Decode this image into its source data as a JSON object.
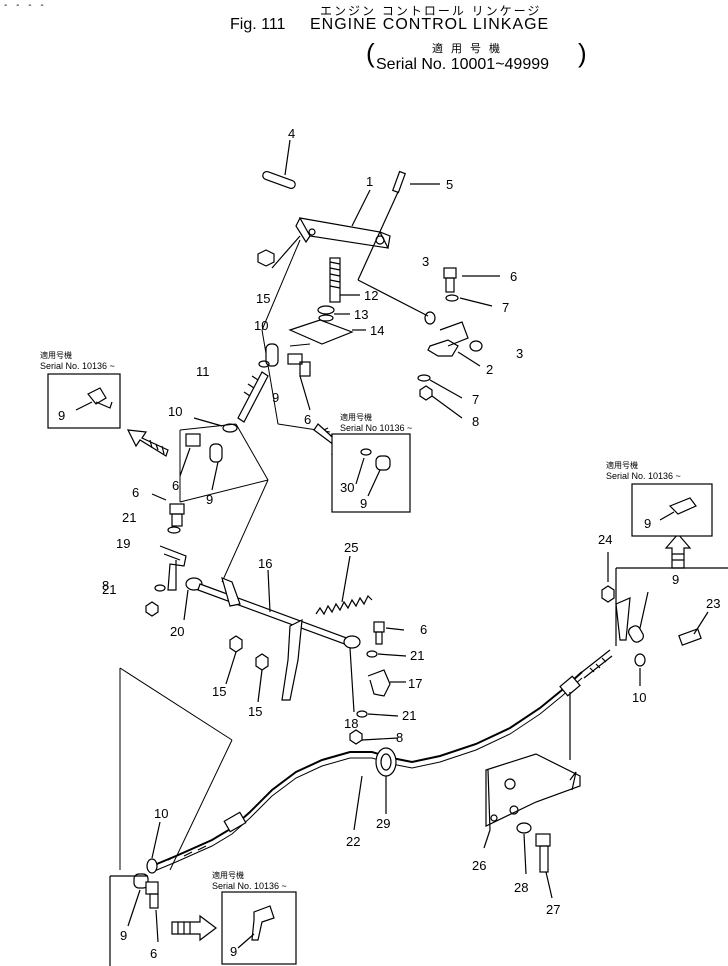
{
  "header": {
    "corner_marks": "- - - -",
    "jp_title": "エンジン コントロール リンケージ",
    "fig_no": "Fig. 111",
    "title": "ENGINE CONTROL LINKAGE",
    "jp_applicable": "適用号機",
    "serial_range": "Serial No. 10001~49999"
  },
  "callouts": [
    "1",
    "2",
    "3",
    "3",
    "4",
    "5",
    "6",
    "6",
    "6",
    "6",
    "6",
    "6",
    "7",
    "7",
    "8",
    "8",
    "8",
    "9",
    "9",
    "9",
    "9",
    "9",
    "9",
    "10",
    "10",
    "10",
    "10",
    "11",
    "12",
    "13",
    "14",
    "15",
    "15",
    "15",
    "16",
    "17",
    "18",
    "19",
    "20",
    "21",
    "21",
    "21",
    "21",
    "22",
    "23",
    "24",
    "25",
    "26",
    "27",
    "28",
    "29",
    "30"
  ],
  "insets": [
    {
      "jp": "適用号機",
      "serial": "Serial No. 10136 ~",
      "parts": [
        "9"
      ]
    },
    {
      "jp": "適用号機",
      "serial": "Serial No 10136 ~",
      "parts": [
        "30",
        "9"
      ]
    },
    {
      "jp": "適用号機",
      "serial": "Serial No. 10136 ~",
      "parts": [
        "9"
      ]
    },
    {
      "jp": "適用号機",
      "serial": "Serial No. 10136 ~",
      "parts": [
        "9"
      ]
    }
  ]
}
